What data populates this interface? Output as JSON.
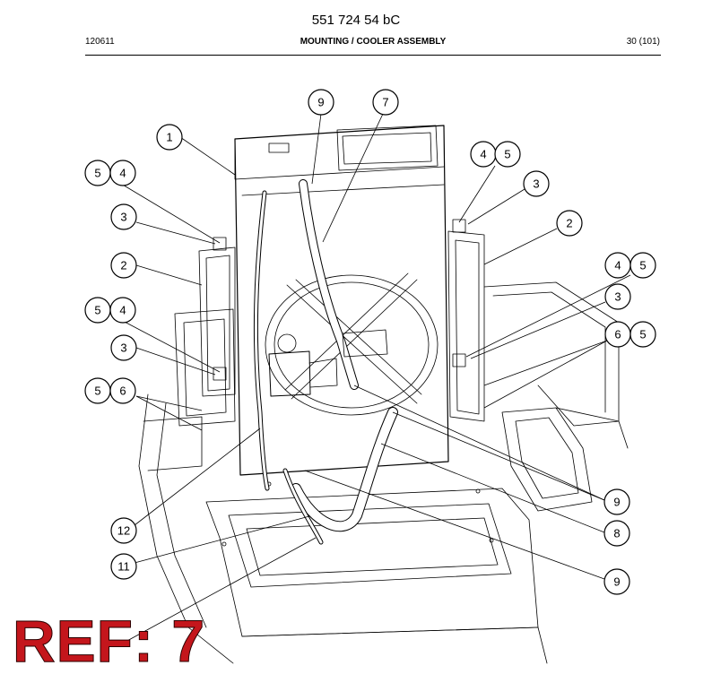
{
  "header": {
    "document_number": "551 724 54 bC",
    "date_code": "120611",
    "title": "MOUNTING / COOLER ASSEMBLY",
    "page": "30 (101)"
  },
  "callouts": {
    "c1": "1",
    "c7": "7",
    "c9a": "9",
    "c4a": "4",
    "c5a": "5",
    "c5b": "5",
    "c4b": "4",
    "c3a": "3",
    "c3b": "3",
    "c2a": "2",
    "c2b": "2",
    "c4c": "4",
    "c5c": "5",
    "c3c": "3",
    "c5d": "5",
    "c4d": "4",
    "c6a": "6",
    "c5e": "5",
    "c3d": "3",
    "c5f": "5",
    "c6b": "6",
    "c9b": "9",
    "c8": "8",
    "c12": "12",
    "c11": "11",
    "c9c": "9"
  },
  "ref_label": "REF: 7"
}
